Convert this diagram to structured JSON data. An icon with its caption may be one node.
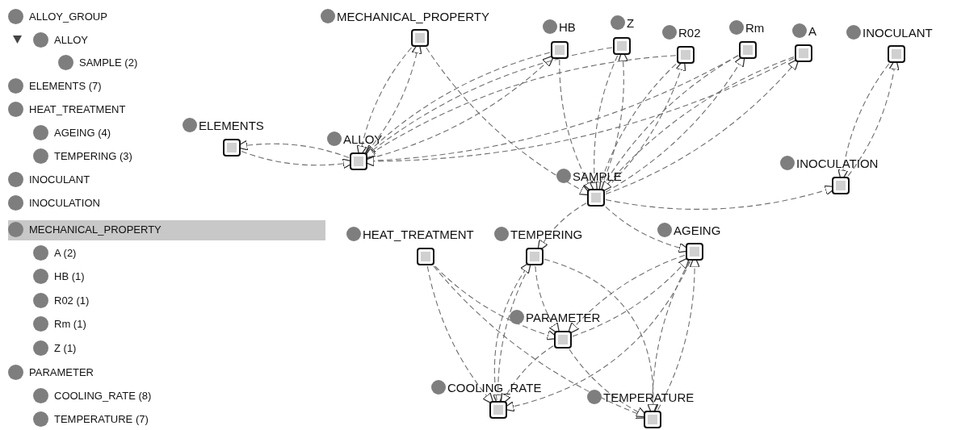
{
  "diagram": {
    "nodes": [
      {
        "text": [
          "ELEMENTS"
        ]
      },
      {
        "text": [
          "ALLOY"
        ]
      },
      {
        "text": [
          "MECHANICAL_PROPERTY"
        ]
      },
      {
        "text": [
          "HB"
        ]
      },
      {
        "text": [
          "Z"
        ]
      },
      {
        "text": [
          "R02"
        ]
      },
      {
        "text": [
          "Rm"
        ]
      },
      {
        "text": [
          "A"
        ]
      },
      {
        "text": [
          "INOCULANT"
        ]
      },
      {
        "text": [
          "INOCULATION"
        ]
      },
      {
        "text": [
          "SAMPLE"
        ]
      },
      {
        "text": [
          "HEAT_TREATMENT"
        ]
      },
      {
        "text": [
          "TEMPERING"
        ]
      },
      {
        "text": [
          "AGEING"
        ]
      },
      {
        "text": [
          "PARAMETER"
        ]
      },
      {
        "text": [
          "COOLING_RATE"
        ]
      },
      {
        "text": [
          "TEMPERATURE"
        ]
      }
    ],
    "edges": [
      {
        "from": 1,
        "to": 0,
        "arrow": "to"
      },
      {
        "from": 0,
        "to": 1,
        "arrow": "to"
      },
      {
        "from": 2,
        "to": 1,
        "arrow": "to"
      },
      {
        "from": 1,
        "to": 2,
        "arrow": "to"
      },
      {
        "from": 2,
        "to": 10,
        "arrow": "to"
      },
      {
        "from": 3,
        "to": 1,
        "arrow": "to"
      },
      {
        "from": 1,
        "to": 3,
        "arrow": "to"
      },
      {
        "from": 3,
        "to": 10,
        "arrow": "to"
      },
      {
        "from": 4,
        "to": 1,
        "arrow": "to"
      },
      {
        "from": 4,
        "to": 10,
        "arrow": "to"
      },
      {
        "from": 10,
        "to": 4,
        "arrow": "to"
      },
      {
        "from": 5,
        "to": 1,
        "arrow": "to"
      },
      {
        "from": 5,
        "to": 10,
        "arrow": "to"
      },
      {
        "from": 10,
        "to": 5,
        "arrow": "to"
      },
      {
        "from": 6,
        "to": 1,
        "arrow": "to"
      },
      {
        "from": 6,
        "to": 10,
        "arrow": "to"
      },
      {
        "from": 10,
        "to": 6,
        "arrow": "to"
      },
      {
        "from": 7,
        "to": 1,
        "arrow": "to"
      },
      {
        "from": 7,
        "to": 10,
        "arrow": "to"
      },
      {
        "from": 10,
        "to": 7,
        "arrow": "to"
      },
      {
        "from": 8,
        "to": 9,
        "arrow": "to"
      },
      {
        "from": 9,
        "to": 8,
        "arrow": "to"
      },
      {
        "from": 10,
        "to": 9,
        "arrow": "to"
      },
      {
        "from": 10,
        "to": 12,
        "arrow": "to"
      },
      {
        "from": 10,
        "to": 13,
        "arrow": "to"
      },
      {
        "from": 11,
        "to": 14,
        "arrow": "to"
      },
      {
        "from": 11,
        "to": 15,
        "arrow": "to"
      },
      {
        "from": 11,
        "to": 16,
        "arrow": "to"
      },
      {
        "from": 12,
        "to": 14,
        "arrow": "to"
      },
      {
        "from": 12,
        "to": 15,
        "arrow": "to"
      },
      {
        "from": 12,
        "to": 16,
        "arrow": "to"
      },
      {
        "from": 15,
        "to": 12,
        "arrow": "to"
      },
      {
        "from": 13,
        "to": 14,
        "arrow": "to"
      },
      {
        "from": 14,
        "to": 13,
        "arrow": "to"
      },
      {
        "from": 13,
        "to": 15,
        "arrow": "to"
      },
      {
        "from": 13,
        "to": 16,
        "arrow": "to"
      },
      {
        "from": 16,
        "to": 13,
        "arrow": "to"
      },
      {
        "from": 14,
        "to": 15,
        "arrow": "to"
      },
      {
        "from": 14,
        "to": 16,
        "arrow": "to"
      }
    ],
    "labels": [
      "ALLOY_GROUP",
      "ALLOY",
      "SAMPLE (2)",
      "ELEMENTS (7)",
      "HEAT_TREATMENT",
      "AGEING (4)",
      "TEMPERING (3)",
      "INOCULANT",
      "INOCULATION",
      "MECHANICAL_PROPERTY",
      "A (2)",
      "HB (1)",
      "R02 (1)",
      "Rm (1)",
      "Z (1)",
      "PARAMETER",
      "COOLING_RATE (8)",
      "TEMPERATURE (7)"
    ]
  }
}
